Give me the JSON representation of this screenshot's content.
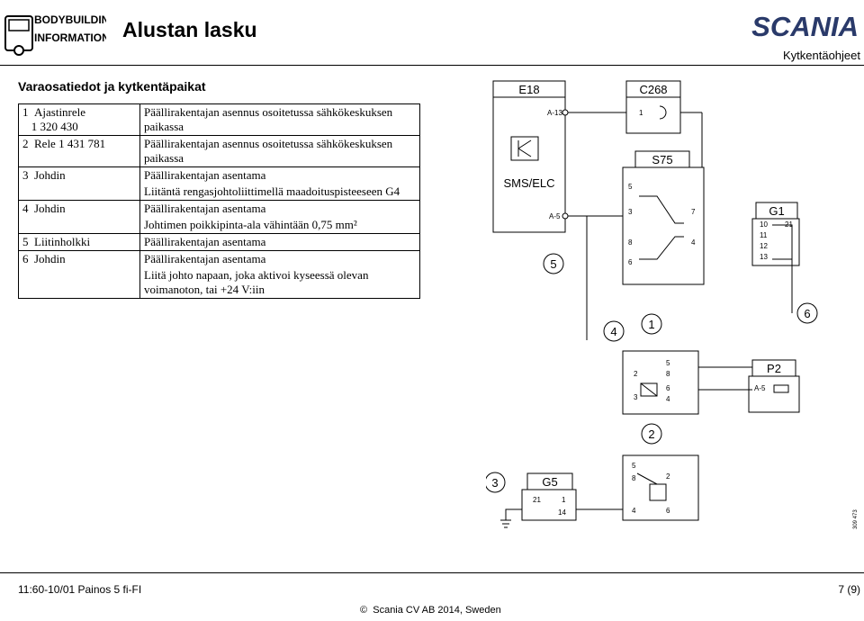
{
  "header": {
    "logo_line1": "BODYBUILDING",
    "logo_line2": "INFORMATION",
    "title": "Alustan lasku",
    "brand": "SCANIA",
    "section": "Kytkentäohjeet"
  },
  "parts": {
    "heading": "Varaosatiedot ja kytkentäpaikat",
    "rows": [
      {
        "num": "1",
        "name": "Ajastinrele",
        "part_no": "1 320 430",
        "desc": "Päällirakentajan asennus osoitetussa sähkökeskuksen paikassa"
      },
      {
        "num": "2",
        "name": "Rele 1 431 781",
        "desc": "Päällirakentajan asennus osoitetussa sähkökeskuksen paikassa"
      },
      {
        "num": "3",
        "name": "Johdin",
        "desc": "Päällirakentajan asentama",
        "note": "Liitäntä rengasjohtoliittimellä maadoituspisteeseen G4"
      },
      {
        "num": "4",
        "name": "Johdin",
        "desc": "Päällirakentajan asentama",
        "note": "Johtimen poikkipinta-ala vähintään 0,75 mm²"
      },
      {
        "num": "5",
        "name": "Liitinholkki",
        "desc": "Päällirakentajan asentama"
      },
      {
        "num": "6",
        "name": "Johdin",
        "desc": "Päällirakentajan asentama",
        "note": "Liitä johto napaan, joka aktivoi kyseessä olevan voimanoton, tai +24 V:iin"
      }
    ]
  },
  "diagram": {
    "E18": "E18",
    "C268": "C268",
    "S75": "S75",
    "G1": "G1",
    "P2": "P2",
    "G5": "G5",
    "sms": "SMS/ELC",
    "pin_a13": "A-13",
    "pin_a5": "A-5",
    "p2_a5": "A-5",
    "c268_pin": "1",
    "s75_pins": [
      "5",
      "3",
      "7",
      "8",
      "4",
      "6"
    ],
    "g1_pins": [
      "10",
      "21",
      "11",
      "12",
      "13"
    ],
    "relay1_pins": [
      "5",
      "2",
      "8",
      "3",
      "6",
      "4"
    ],
    "relay2_pins": [
      "5",
      "8",
      "2",
      "4",
      "6"
    ],
    "g5_pins": [
      "21",
      "1",
      "14"
    ],
    "callouts": [
      "5",
      "4",
      "1",
      "6",
      "2",
      "3"
    ],
    "fig_id": "309 473"
  },
  "footer": {
    "doc_id": "11:60-10/01 Painos 5 fi-FI",
    "page": "7 (9)",
    "copyright_sym": "©",
    "copyright": "Scania CV AB 2014, Sweden"
  }
}
